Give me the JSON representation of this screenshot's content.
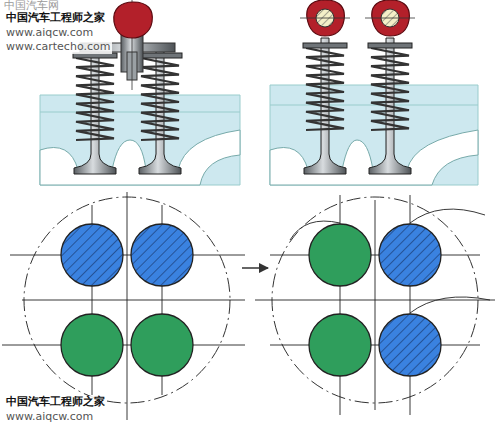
{
  "diagram": {
    "labels": [
      "中国汽车网",
      "中国汽车工程师之家",
      "www.aiqcw.com",
      "www.cartecho.com",
      "中国汽车工程师之家",
      "www.aiqcw.com"
    ]
  }
}
